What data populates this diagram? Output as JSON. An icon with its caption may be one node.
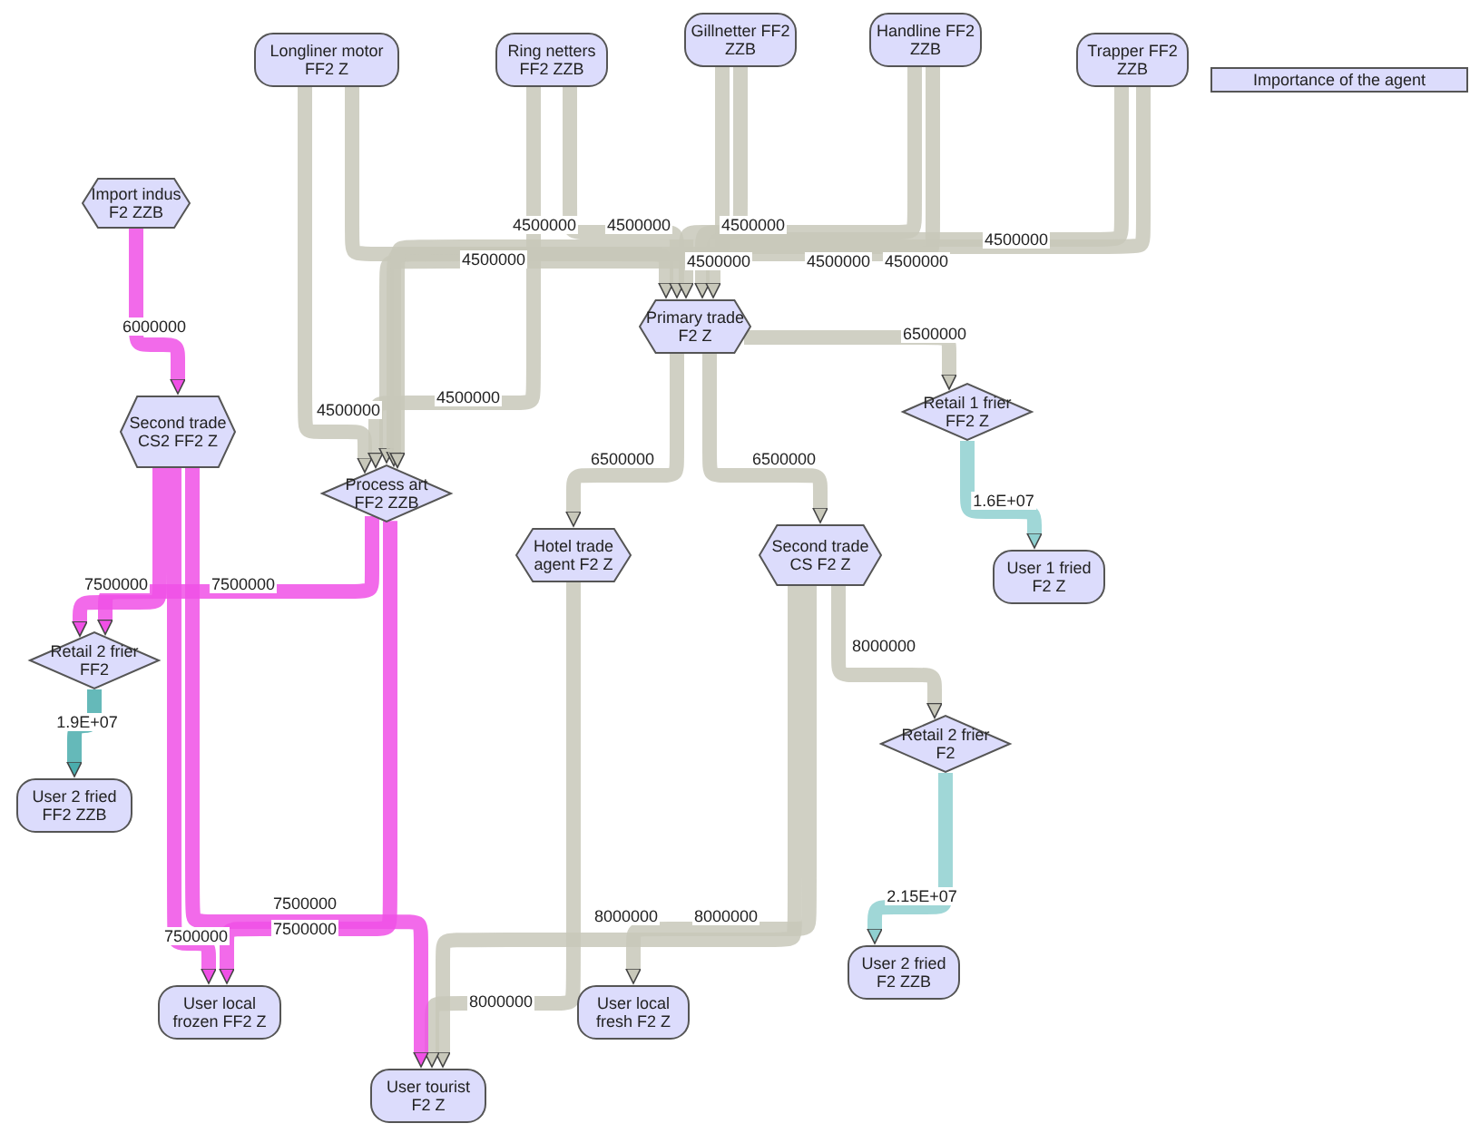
{
  "diagram": {
    "nodes": [
      {
        "text": [
          "Longliner motor FF2 Z"
        ]
      },
      {
        "text": [
          "Ring netters FF2 ZZB"
        ]
      },
      {
        "text": [
          "Gillnetter FF2 ZZB"
        ]
      },
      {
        "text": [
          "Handline FF2 ZZB"
        ]
      },
      {
        "text": [
          "Trapper FF2 ZZB"
        ]
      },
      {
        "text": [
          "Import indus F2 ZZB"
        ]
      },
      {
        "text": [
          "Primary trade F2 Z"
        ]
      },
      {
        "text": [
          "Second trade CS2 FF2 Z"
        ]
      },
      {
        "text": [
          "Process art FF2 ZZB"
        ]
      },
      {
        "text": [
          "Retail 1 frier FF2 Z"
        ]
      },
      {
        "text": [
          "Hotel trade agent F2 Z"
        ]
      },
      {
        "text": [
          "Second trade CS F2 Z"
        ]
      },
      {
        "text": [
          "User 1 fried F2 Z"
        ]
      },
      {
        "text": [
          "Retail 2 frier FF2"
        ]
      },
      {
        "text": [
          "Retail 2 frier F2"
        ]
      },
      {
        "text": [
          "User 2 fried FF2 ZZB"
        ]
      },
      {
        "text": [
          "User local frozen FF2 Z"
        ]
      },
      {
        "text": [
          "User local fresh F2 Z"
        ]
      },
      {
        "text": [
          "User 2 fried F2 ZZB"
        ]
      },
      {
        "text": [
          "User tourist F2 Z"
        ]
      },
      {
        "text": [
          "Importance of the agent"
        ]
      }
    ],
    "edges": [
      {
        "from": 0,
        "to": 6,
        "arrow": "to",
        "label": "4500000"
      },
      {
        "from": 0,
        "to": 8,
        "arrow": "to",
        "label": "4500000"
      },
      {
        "from": 1,
        "to": 6,
        "arrow": "to",
        "label": "4500000"
      },
      {
        "from": 1,
        "to": 8,
        "arrow": "to",
        "label": "4500000"
      },
      {
        "from": 2,
        "to": 6,
        "arrow": "to",
        "label": "4500000"
      },
      {
        "from": 2,
        "to": 8,
        "arrow": "to",
        "label": "4500000"
      },
      {
        "from": 3,
        "to": 6,
        "arrow": "to",
        "label": "4500000"
      },
      {
        "from": 3,
        "to": 8,
        "arrow": "to",
        "label": "4500000"
      },
      {
        "from": 4,
        "to": 6,
        "arrow": "to",
        "label": "4500000"
      },
      {
        "from": 4,
        "to": 8,
        "arrow": "to",
        "label": "4500000"
      },
      {
        "from": 6,
        "to": 9,
        "arrow": "to",
        "label": "6500000"
      },
      {
        "from": 6,
        "to": 10,
        "arrow": "to",
        "label": "6500000"
      },
      {
        "from": 6,
        "to": 11,
        "arrow": "to",
        "label": "6500000"
      },
      {
        "from": 9,
        "to": 12,
        "arrow": "to",
        "label": "1.6E+07",
        "color": "#8fd0d0"
      },
      {
        "from": 11,
        "to": 14,
        "arrow": "to",
        "label": "8000000"
      },
      {
        "from": 11,
        "to": 17,
        "arrow": "to",
        "label": "8000000"
      },
      {
        "from": 11,
        "to": 19,
        "arrow": "to",
        "label": "8000000"
      },
      {
        "from": 10,
        "to": 19,
        "arrow": "to",
        "label": "8000000"
      },
      {
        "from": 14,
        "to": 18,
        "arrow": "to",
        "label": "2.15E+07",
        "color": "#8fd0d0"
      },
      {
        "from": 5,
        "to": 7,
        "arrow": "to",
        "label": "6000000",
        "color": "#f050e6"
      },
      {
        "from": 7,
        "to": 13,
        "arrow": "to",
        "label": "7500000",
        "color": "#f050e6"
      },
      {
        "from": 8,
        "to": 13,
        "arrow": "to",
        "label": "7500000",
        "color": "#f050e6"
      },
      {
        "from": 7,
        "to": 16,
        "arrow": "to",
        "label": "7500000",
        "color": "#f050e6"
      },
      {
        "from": 7,
        "to": 19,
        "arrow": "to",
        "label": "7500000",
        "color": "#f050e6"
      },
      {
        "from": 8,
        "to": 16,
        "arrow": "to",
        "label": "7500000",
        "color": "#f050e6"
      },
      {
        "from": 13,
        "to": 15,
        "arrow": "to",
        "label": "1.9E+07",
        "color": "#4aadad"
      }
    ]
  }
}
